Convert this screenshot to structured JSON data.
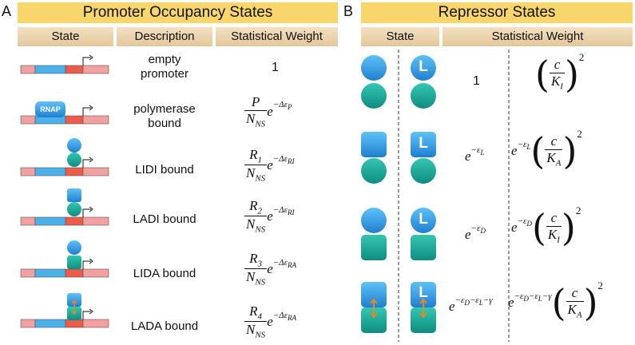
{
  "panel_a": {
    "letter": "A",
    "title": "Promoter Occupancy States",
    "headers": {
      "state": "State",
      "description": "Description",
      "weight": "Statistical Weight"
    },
    "rows": [
      {
        "description": "empty promoter"
      },
      {
        "description": "polymerase bound",
        "rnap_label": "RNAP"
      },
      {
        "description": "LIDI bound"
      },
      {
        "description": "LADI bound"
      },
      {
        "description": "LIDA bound"
      },
      {
        "description": "LADA bound"
      }
    ],
    "weights": {
      "one": "1",
      "P": "P",
      "NNS": "N",
      "NNS_sub": "NS",
      "e": "e",
      "dP": "−Δε",
      "dP_sub": "P",
      "R1": "R",
      "R1_sub": "1",
      "R2": "R",
      "R2_sub": "2",
      "R3": "R",
      "R3_sub": "3",
      "R4": "R",
      "R4_sub": "4",
      "dRI": "−Δε",
      "dRI_sub": "RI",
      "dRA": "−Δε",
      "dRA_sub": "RA"
    }
  },
  "panel_b": {
    "letter": "B",
    "title": "Repressor States",
    "headers": {
      "state": "State",
      "weight": "Statistical Weight"
    },
    "ligand_label": "L",
    "weights": {
      "one": "1",
      "c": "c",
      "KI": "K",
      "KI_sub": "I",
      "KA": "K",
      "KA_sub": "A",
      "square": "2",
      "eL": "−ε",
      "eL_sub": "L",
      "eD": "−ε",
      "eD_sub": "D",
      "eDLg": "−ε",
      "eDLg_mid": "−ε",
      "eDLg_end": "−γ"
    }
  },
  "colors": {
    "title_bar": "#f8d66b",
    "header": "#e8cfa5",
    "dna_pink": "#f3a0a0",
    "dna_blue": "#4cb1ea",
    "dna_red": "#ec5c48",
    "repressor_blue": "#2e8fd8",
    "repressor_teal": "#1aa797",
    "arrow_orange": "#e08a2a"
  }
}
